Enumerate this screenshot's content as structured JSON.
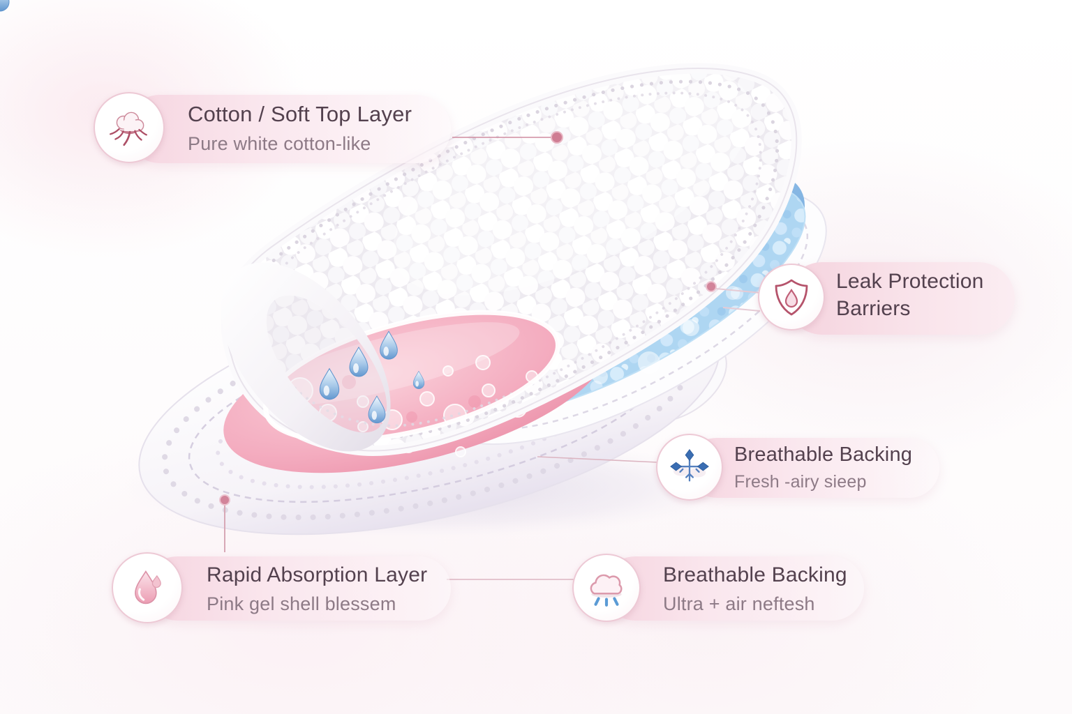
{
  "diagram": {
    "subject": "sanitary pad layer structure illustration",
    "labels": [
      {
        "id": "cotton",
        "title": "Cotton / Soft Top Layer",
        "subtitle": "Pure white cotton-like",
        "icon": "cotton-flower-icon"
      },
      {
        "id": "leak",
        "title": "Leak Protection Barriers",
        "subtitle": "",
        "icon": "shield-droplet-icon"
      },
      {
        "id": "breathable-fresh",
        "title": "Breathable Backing",
        "subtitle": "Fresh -airy sieep",
        "icon": "snowflake-icon"
      },
      {
        "id": "absorption",
        "title": "Rapid Absorption Layer",
        "subtitle": "Pink gel shell blessem",
        "icon": "droplet-icon"
      },
      {
        "id": "breathable-ultra",
        "title": "Breathable Backing",
        "subtitle": "Ultra + air neftesh",
        "icon": "cloud-rain-icon"
      }
    ],
    "colors": {
      "title_text": "#53414e",
      "subtitle_text": "#8d7a86",
      "pill_pink": "#f6d5e0",
      "circle_ring": "#edc9d5",
      "connector_line": "#d9a9b8",
      "connector_dot": "#cf7d93",
      "gel_pink": "#f2a4b9",
      "layer_blue": "#aed6f2",
      "deep_blue": "#77abdd",
      "fluff_white": "#ffffff",
      "backing_lavender": "#eae5f0",
      "icon_maroon": "#b5536b",
      "icon_blue": "#4a7cc0"
    }
  }
}
